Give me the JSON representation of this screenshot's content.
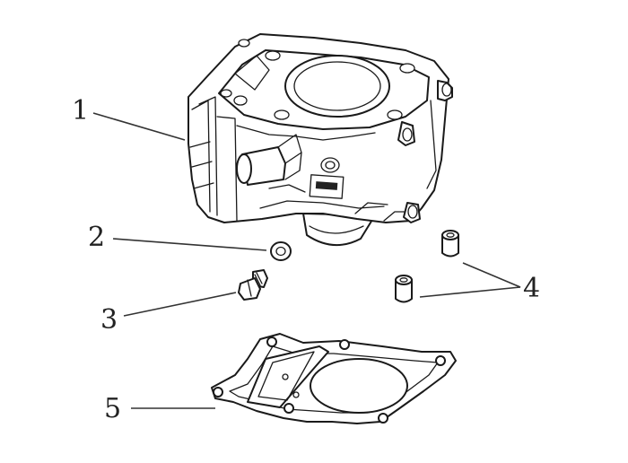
{
  "diagram": {
    "callouts": [
      {
        "id": "1",
        "label": "1"
      },
      {
        "id": "2",
        "label": "2"
      },
      {
        "id": "3",
        "label": "3"
      },
      {
        "id": "4",
        "label": "4"
      },
      {
        "id": "5",
        "label": "5"
      }
    ]
  },
  "colors": {
    "line": "#1a1a1a",
    "background": "#ffffff"
  }
}
